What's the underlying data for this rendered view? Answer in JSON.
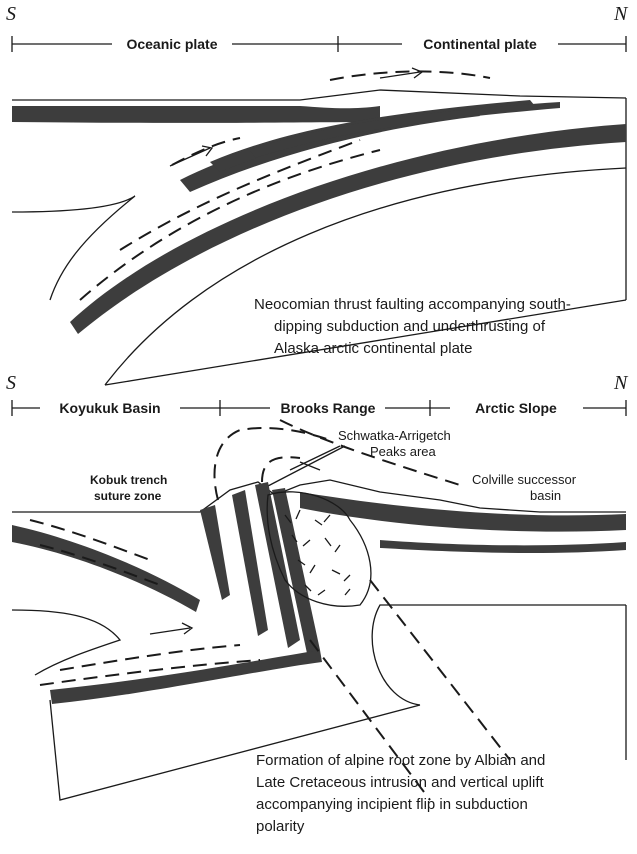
{
  "panel_top": {
    "compass_left": "S",
    "compass_right": "N",
    "zones": [
      "Oceanic plate",
      "Continental plate"
    ],
    "caption_lines": [
      "Neocomian thrust faulting accompanying south-",
      "dipping subduction and underthrusting of",
      "Alaska arctic continental plate"
    ]
  },
  "panel_bottom": {
    "compass_left": "S",
    "compass_right": "N",
    "zones": [
      "Koyukuk Basin",
      "Brooks Range",
      "Arctic Slope"
    ],
    "labels": {
      "schwatka_1": "Schwatka-Arrigetch",
      "schwatka_2": "Peaks area",
      "kobuk_1": "Kobuk trench",
      "kobuk_2": "suture zone",
      "colville_1": "Colville successor",
      "colville_2": "basin"
    },
    "caption_lines": [
      "Formation of alpine root zone by Albian and",
      "Late Cretaceous intrusion and vertical uplift",
      "accompanying incipient flip in subduction",
      "polarity"
    ]
  }
}
